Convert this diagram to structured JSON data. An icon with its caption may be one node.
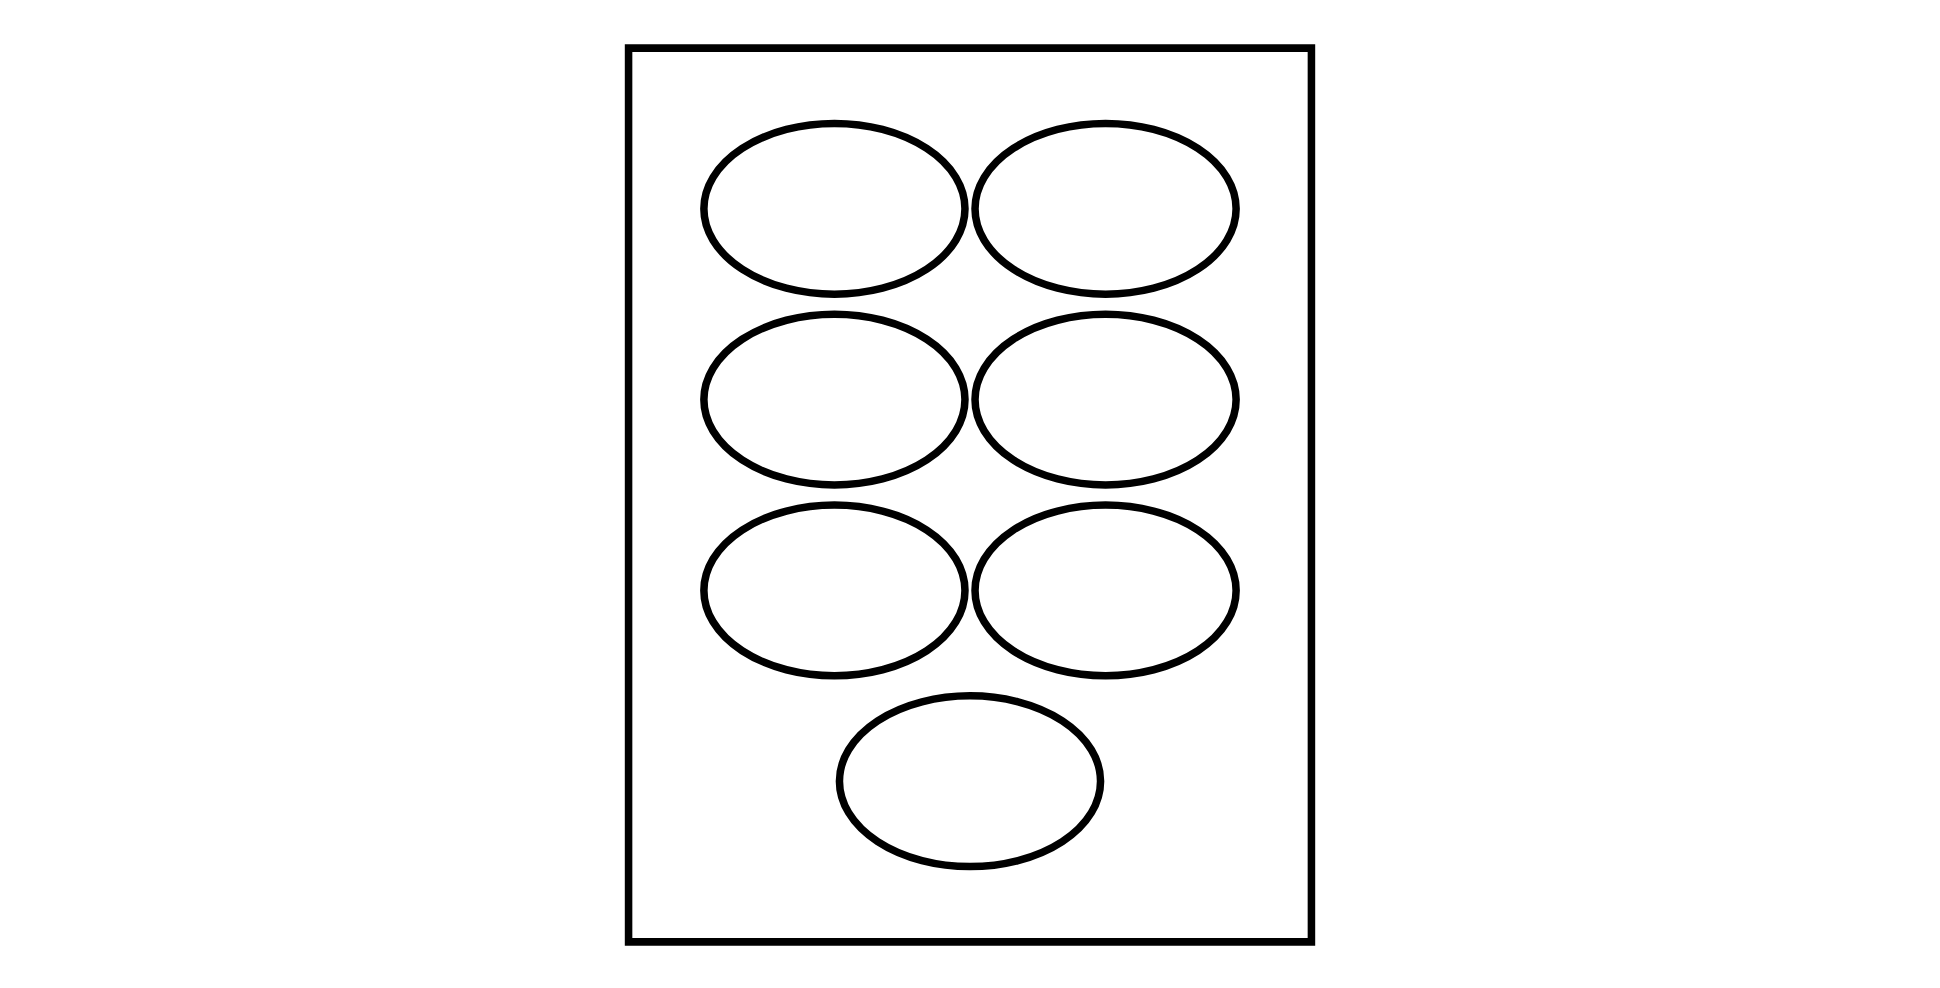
{
  "diagram": {
    "nodes": [
      {
        "text": [],
        "shape": "box"
      },
      {
        "text": [],
        "shape": "ellipse",
        "in": 0
      },
      {
        "text": [],
        "shape": "ellipse",
        "in": 0
      },
      {
        "text": [],
        "shape": "ellipse",
        "in": 0
      },
      {
        "text": [],
        "shape": "ellipse",
        "in": 0
      },
      {
        "text": [],
        "shape": "ellipse",
        "in": 0
      },
      {
        "text": [],
        "shape": "ellipse",
        "in": 0
      },
      {
        "text": [],
        "shape": "ellipse",
        "in": 0
      }
    ]
  }
}
